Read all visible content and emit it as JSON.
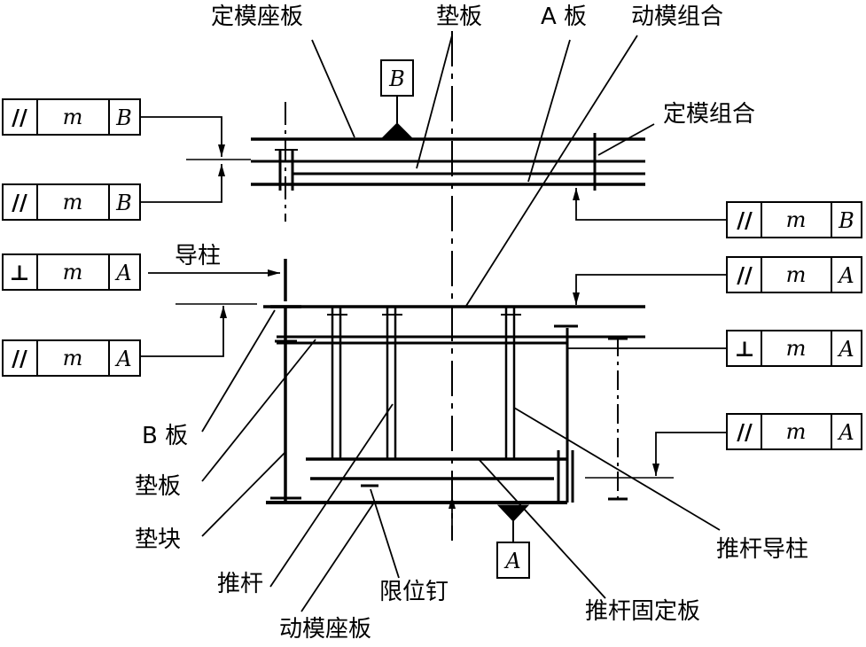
{
  "labels": {
    "fixed_clamp_plate": "定模座板",
    "spacer_plate_top": "垫板",
    "a_plate": "A 板",
    "moving_mold_assembly": "动模组合",
    "fixed_mold_assembly": "定模组合",
    "guide_pillar": "导柱",
    "b_plate": "B 板",
    "spacer_plate_bottom": "垫板",
    "spacer_block": "垫块",
    "ejector_pin": "推杆",
    "moving_clamp_plate": "动模座板",
    "stop_pin": "限位钉",
    "ejector_retainer_plate": "推杆固定板",
    "ejector_guide_pillar": "推杆导柱"
  },
  "datums": {
    "b": "B",
    "a": "A"
  },
  "feature_control_frames": [
    {
      "id": "fcf1",
      "symbol": "//",
      "value": "m",
      "datum": "B"
    },
    {
      "id": "fcf2",
      "symbol": "//",
      "value": "m",
      "datum": "B"
    },
    {
      "id": "fcf3",
      "symbol": "⊥",
      "value": "m",
      "datum": "A"
    },
    {
      "id": "fcf4",
      "symbol": "//",
      "value": "m",
      "datum": "A"
    },
    {
      "id": "fcf5",
      "symbol": "//",
      "value": "m",
      "datum": "B"
    },
    {
      "id": "fcf6",
      "symbol": "//",
      "value": "m",
      "datum": "A"
    },
    {
      "id": "fcf7",
      "symbol": "⊥",
      "value": "m",
      "datum": "A"
    },
    {
      "id": "fcf8",
      "symbol": "//",
      "value": "m",
      "datum": "A"
    }
  ]
}
